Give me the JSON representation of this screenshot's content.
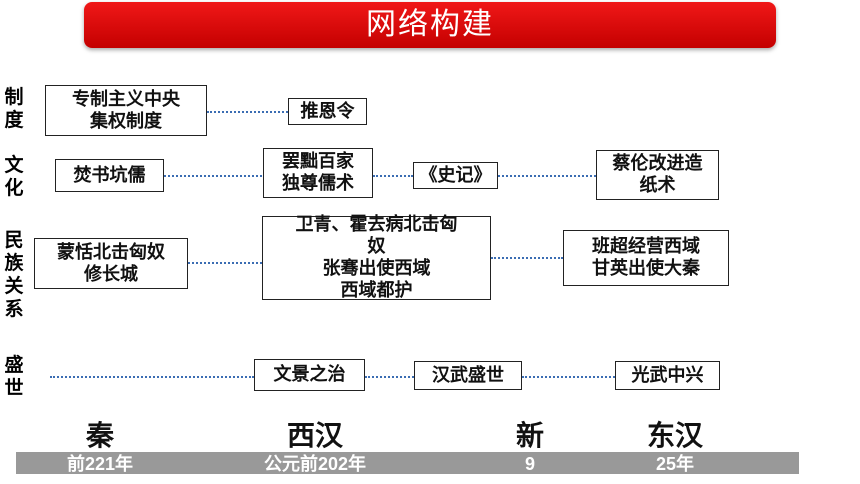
{
  "header": {
    "title": "网络构建"
  },
  "rows": {
    "system": "制度",
    "culture": "文化",
    "ethnic": "民族关系",
    "prosperity": "盛世"
  },
  "boxes": {
    "autocracy": "专制主义中央\n集权制度",
    "tuienling": "推恩令",
    "burn_books": "焚书坑儒",
    "confucian": "罢黜百家\n独尊儒术",
    "shiji": "《史记》",
    "cailun": "蔡伦改进造\n纸术",
    "mengtian": "蒙恬北击匈奴\n修长城",
    "weiqing": "卫青、霍去病北击匈\n奴\n张骞出使西域\n西域都护",
    "banchao": "班超经营西域\n甘英出使大秦",
    "wenjing": "文景之治",
    "hanwu": "汉武盛世",
    "guangwu": "光武中兴"
  },
  "timeline": {
    "eras": [
      "秦",
      "西汉",
      "新",
      "东汉"
    ],
    "dates": [
      "前221年",
      "公元前202年",
      "9",
      "25年"
    ]
  }
}
